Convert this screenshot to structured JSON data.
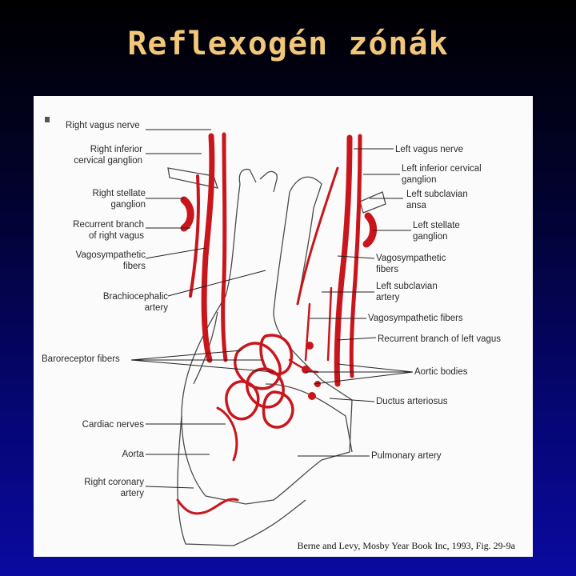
{
  "slide": {
    "title": "Reflexogén zónák"
  },
  "figure": {
    "left_labels": [
      "Right vagus nerve",
      "Right inferior cervical ganglion",
      "Right stellate ganglion",
      "Recurrent branch of right vagus",
      "Vagosympathetic fibers",
      "Brachiocephalic artery",
      "Baroreceptor fibers",
      "Cardiac nerves",
      "Aorta",
      "Right coronary artery"
    ],
    "right_labels": [
      "Left vagus nerve",
      "Left inferior cervical ganglion",
      "Left subclavian ansa",
      "Left stellate ganglion",
      "Vagosympathetic fibers",
      "Left subclavian artery",
      "Vagosympathetic fibers",
      "Recurrent branch of left vagus",
      "Aortic bodies",
      "Ductus arteriosus",
      "Pulmonary artery"
    ],
    "citation": "Berne and Levy, Mosby Year Book Inc, 1993, Fig. 29-9a",
    "colors": {
      "nerve": "#c8161c",
      "vessel_outline": "#4a4a4a",
      "leader": "#222222"
    }
  }
}
